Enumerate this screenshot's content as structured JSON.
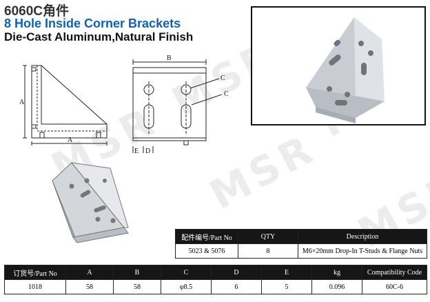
{
  "header": {
    "model": "6060C角件",
    "product_name": "8 Hole Inside Corner Brackets",
    "material": "Die-Cast Aluminum,Natural Finish"
  },
  "watermark": "MSR",
  "drawing_labels": {
    "a": "A",
    "b": "B",
    "c": "C",
    "d": "D",
    "e": "E"
  },
  "part_table": {
    "headers": [
      "配件编号/Part No",
      "QTY",
      "Description"
    ],
    "row": [
      "5023 & 5076",
      "8",
      "M6×20mm Drop-In T-Studs & Flange Nuts"
    ]
  },
  "spec_table": {
    "headers": [
      "订货号/Part No",
      "A",
      "B",
      "C",
      "D",
      "E",
      "kg",
      "Compatibility Code"
    ],
    "row": [
      "1018",
      "58",
      "58",
      "φ8.5",
      "6",
      "5",
      "0.096",
      "60C-6"
    ]
  },
  "colors": {
    "title_blue": "#0d62b8",
    "header_bg": "#161616",
    "bracket_gray": "#d3d6db"
  }
}
